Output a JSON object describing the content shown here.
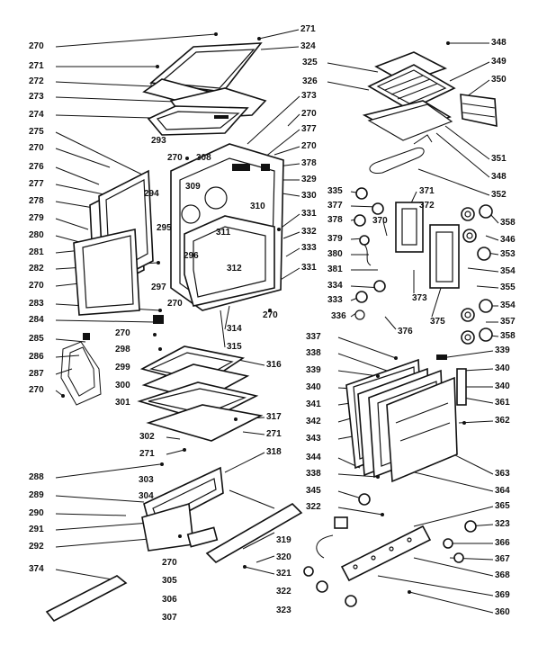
{
  "labels": {
    "l270a": "270",
    "l271a": "271",
    "l272": "272",
    "l273": "273",
    "l274": "274",
    "l275": "275",
    "l270b": "270",
    "l276": "276",
    "l277": "277",
    "l278": "278",
    "l279": "279",
    "l280": "280",
    "l281": "281",
    "l282": "282",
    "l270c": "270",
    "l283": "283",
    "l284": "284",
    "l285": "285",
    "l286": "286",
    "l287": "287",
    "l270d": "270",
    "l288": "288",
    "l289": "289",
    "l290": "290",
    "l291": "291",
    "l292": "292",
    "l374": "374",
    "l271b": "271",
    "l324": "324",
    "l325": "325",
    "l326": "326",
    "l348a": "348",
    "l349": "349",
    "l350": "350",
    "l351": "351",
    "l348b": "348",
    "l352": "352",
    "l373a": "373",
    "l270e": "270",
    "l377a": "377",
    "l270f": "270",
    "l378a": "378",
    "l329": "329",
    "l330": "330",
    "l293": "293",
    "l270g": "270",
    "l308": "308",
    "l294": "294",
    "l309": "309",
    "l310": "310",
    "l331a": "331",
    "l332": "332",
    "l333": "333",
    "l295": "295",
    "l311": "311",
    "l296": "296",
    "l312": "312",
    "l331b": "331",
    "l297": "297",
    "l270h": "270",
    "l270i": "270",
    "l314": "314",
    "l315": "315",
    "l270j": "270",
    "l298": "298",
    "l299": "299",
    "l316": "316",
    "l300": "300",
    "l301": "301",
    "l317": "317",
    "l302": "302",
    "l271c": "271",
    "l271d": "271",
    "l318": "318",
    "l303": "303",
    "l304": "304",
    "l270k": "270",
    "l305": "305",
    "l306": "306",
    "l307": "307",
    "l335": "335",
    "l377b": "377",
    "l371": "371",
    "l372": "372",
    "l378b": "378",
    "l370": "370",
    "l379": "379",
    "l380": "380",
    "l381": "381",
    "l334": "334",
    "l333b": "333",
    "l336": "336",
    "l376": "376",
    "l373b": "373",
    "l375": "375",
    "l358": "358",
    "l346": "346",
    "l353": "353",
    "l354a": "354",
    "l355": "355",
    "l354b": "354",
    "l357": "357",
    "l358b": "358",
    "l337": "337",
    "l338a": "338",
    "l339a": "339",
    "l339b": "339",
    "l340a": "340",
    "l340b": "340",
    "l340c": "340",
    "l341": "341",
    "l361": "361",
    "l342": "342",
    "l362": "362",
    "l343": "343",
    "l344": "344",
    "l363": "363",
    "l338b": "338",
    "l364": "364",
    "l345": "345",
    "l365": "365",
    "l322a": "322",
    "l323a": "323",
    "l319": "319",
    "l366": "366",
    "l320": "320",
    "l367": "367",
    "l321": "321",
    "l368": "368",
    "l322b": "322",
    "l369": "369",
    "l323b": "323",
    "l360": "360"
  }
}
